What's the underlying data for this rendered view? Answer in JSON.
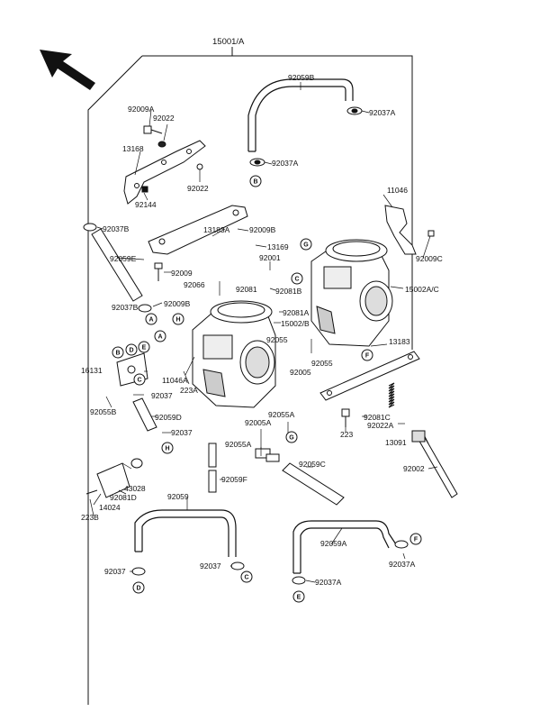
{
  "diagram": {
    "assembly_number": "15001/A",
    "labels": {
      "92059B": "92059B",
      "92037A_top": "92037A",
      "92009A": "92009A",
      "92022_a": "92022",
      "13168": "13168",
      "92037A_mid": "92037A",
      "92022_b": "92022",
      "92144": "92144",
      "11046_top": "11046",
      "92037B_a": "92037B",
      "13183A": "13183A",
      "92009B_a": "92009B",
      "13169": "13169",
      "92059E": "92059E",
      "92001": "92001",
      "92009C": "92009C",
      "92009_a": "92009",
      "92066": "92066",
      "92081": "92081",
      "92081B": "92081B",
      "15002AC": "15002A/C",
      "92037B_b": "92037B",
      "92009B_b": "92009B",
      "92081A": "92081A",
      "15002B": "15002/B",
      "92055_a": "92055",
      "16131": "16131",
      "11046A": "11046A",
      "92055_b": "92055",
      "92005": "92005",
      "13183": "13183",
      "223A": "223A",
      "92037_a": "92037",
      "92055B": "92055B",
      "92059D": "92059D",
      "92081C": "92081C",
      "92022A": "92022A",
      "92037_b": "92037",
      "92005A": "92005A",
      "92055A": "92055A",
      "223": "223",
      "13091": "13091",
      "92059C": "92059C",
      "92002": "92002",
      "43028": "43028",
      "92081D": "92081D",
      "14024": "14024",
      "223B": "223B",
      "92059F": "92059F",
      "92059": "92059",
      "92059A": "92059A",
      "92037_c": "92037",
      "92037_d": "92037",
      "92037A_f": "92037A",
      "92037A_e": "92037A"
    },
    "badges": [
      "A",
      "B",
      "C",
      "D",
      "E",
      "F",
      "G",
      "H"
    ]
  }
}
